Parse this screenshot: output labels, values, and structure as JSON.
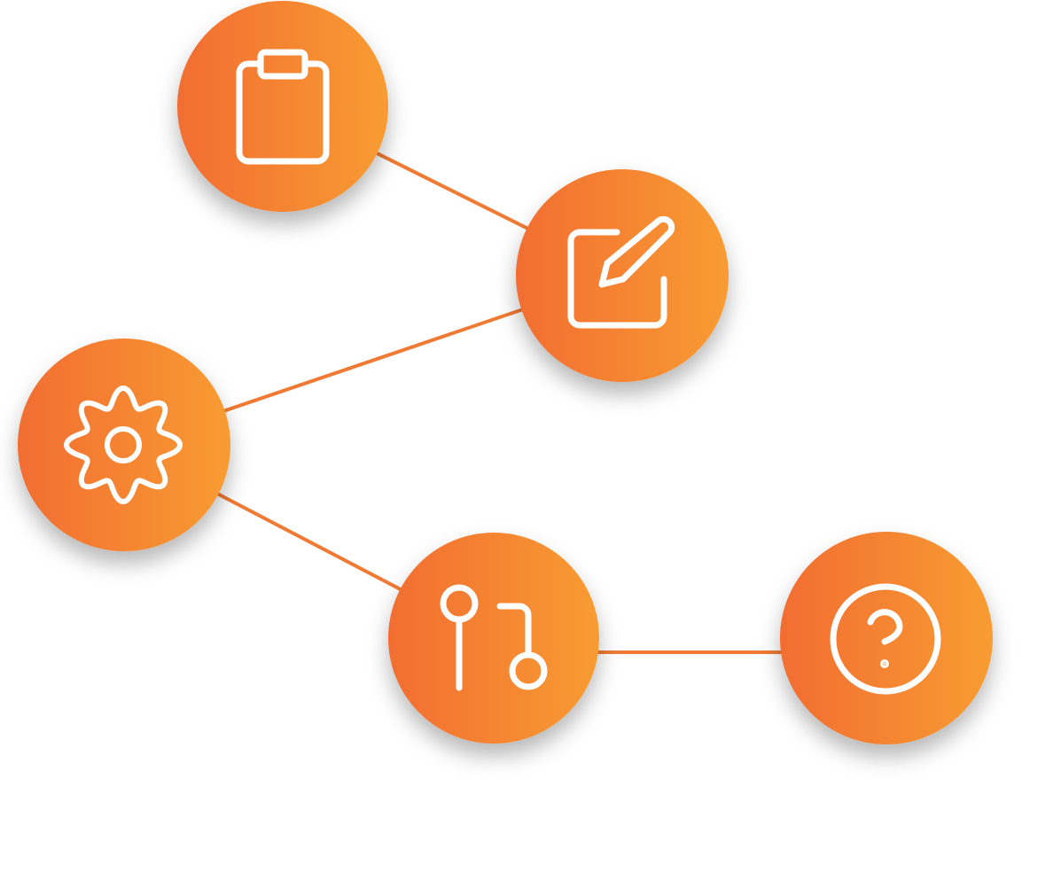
{
  "diagram": {
    "colors": {
      "gradient_start": "#f26d31",
      "gradient_end": "#f89c32",
      "connector": "#f07a33",
      "icon_stroke": "#ffffff",
      "background": "#ffffff"
    },
    "nodes": [
      {
        "id": "clipboard",
        "icon": "clipboard-icon"
      },
      {
        "id": "edit",
        "icon": "edit-icon"
      },
      {
        "id": "settings",
        "icon": "gear-icon"
      },
      {
        "id": "pull-request",
        "icon": "git-pull-request-icon"
      },
      {
        "id": "help",
        "icon": "help-circle-icon"
      }
    ],
    "edges": [
      {
        "from": "clipboard",
        "to": "edit"
      },
      {
        "from": "edit",
        "to": "settings"
      },
      {
        "from": "settings",
        "to": "pull-request"
      },
      {
        "from": "pull-request",
        "to": "help"
      }
    ]
  }
}
